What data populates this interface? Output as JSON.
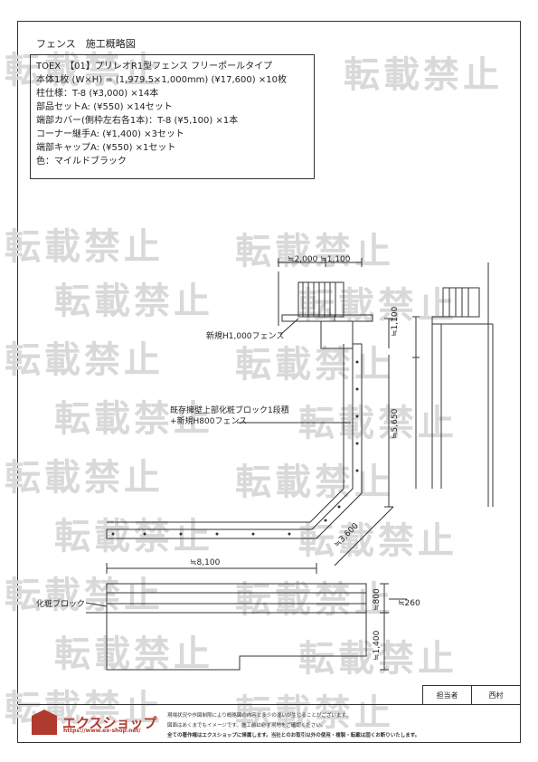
{
  "title": "フェンス　施工概略図",
  "specs": [
    "TOEX　【01】プリレオR1型フェンス フリーポールタイプ",
    "本体1枚 (W×H) = (1,979.5×1,000mm) (¥17,600) ×10枚",
    "柱仕様：T-8 (¥3,000) ×14本",
    "部品セットA: (¥550) ×14セット",
    "端部カバー(側枠左右各1本)：T-8 (¥5,100) ×1本",
    "コーナー継手A: (¥1,400) ×3セット",
    "端部キャップA: (¥550) ×1セット",
    "色：マイルドブラック"
  ],
  "watermark": "転載禁止",
  "labels": {
    "dim_top": "≒2,000 ≒1,100",
    "new_fence": "新規H1,000フェンス",
    "existing_line1": "既存擁壁上部化粧ブロック1段積",
    "existing_line2": "+新規H800フェンス",
    "dim_1100": "≒1,100",
    "dim_5650": "≒5,650",
    "dim_3600": "≒3,600",
    "dim_8100": "≒8,100",
    "block": "化粧ブロック",
    "dim_800": "≒800",
    "dim_260": "≒260",
    "dim_1400": "≒1,400"
  },
  "stamp": {
    "role": "担当者",
    "name": "西村"
  },
  "brand": {
    "name": "エクスショップ",
    "url": "https://www.ex-shop.net/"
  },
  "notes": [
    "現場状況や作図制限により概略図の内容と多少の違いが生じることがございます。",
    "図面はあくまでもイメージです。施工前に必ず現地をご確認ください。",
    "全ての著作権はエクスショップに帰属します。当社とのお取引以外の使用・複製・転載は固くお断りいたします。"
  ]
}
